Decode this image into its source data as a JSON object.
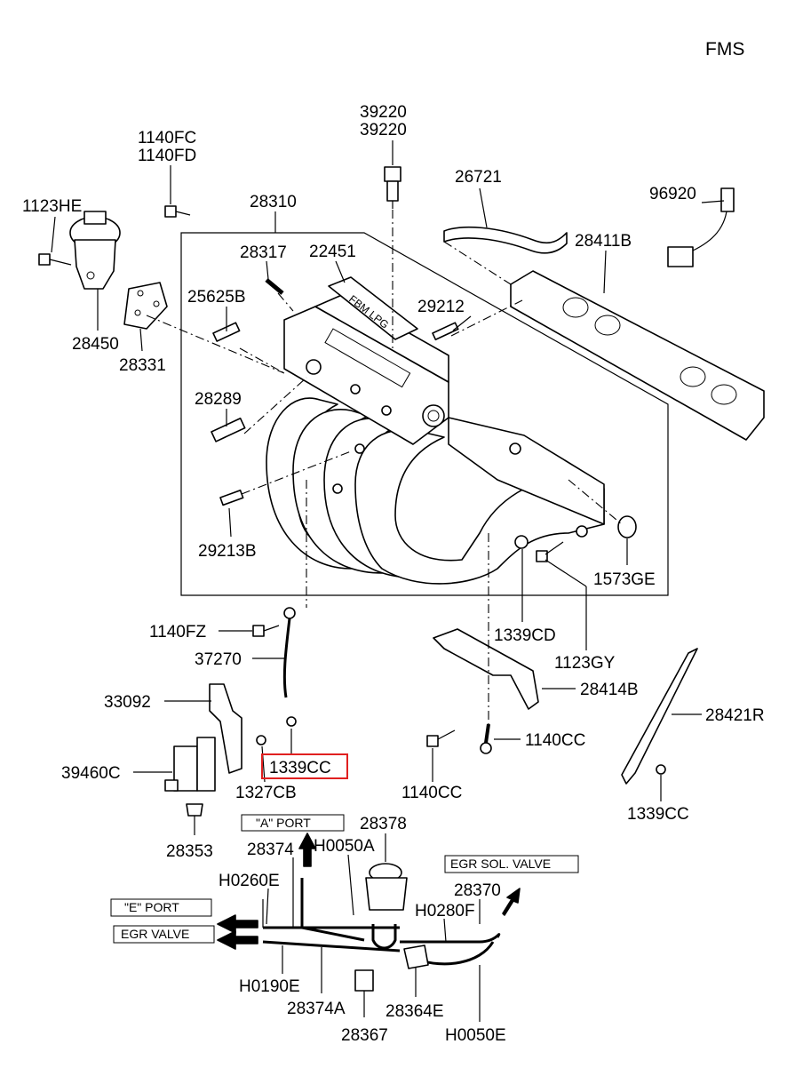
{
  "header": {
    "code": "FMS"
  },
  "highlight_color": "#e02020",
  "labels": {
    "p39220a": "39220",
    "p39220b": "39220",
    "p1140fc": "1140FC",
    "p1140fd": "1140FD",
    "p26721": "26721",
    "p96920": "96920",
    "p1123he": "1123HE",
    "p28310": "28310",
    "p28317": "28317",
    "p22451": "22451",
    "p28411b": "28411B",
    "p28450": "28450",
    "p25625b": "25625B",
    "p29212": "29212",
    "p28331": "28331",
    "p28289": "28289",
    "p29213b": "29213B",
    "p1573ge": "1573GE",
    "p1140fz": "1140FZ",
    "p1339cd": "1339CD",
    "p37270": "37270",
    "p1123gy": "1123GY",
    "p33092": "33092",
    "p28414b": "28414B",
    "p28421r": "28421R",
    "p1140cc_a": "1140CC",
    "p39460c": "39460C",
    "p1339cc_hl": "1339CC",
    "p1327cb": "1327CB",
    "p1140cc_b": "1140CC",
    "p1339cc_b": "1339CC",
    "p28353": "28353",
    "p28378": "28378",
    "p28374": "28374",
    "p h0050a": "H0050A",
    "p28370": "28370",
    "ph0260e": "H0260E",
    "ph0280f": "H0280F",
    "ph0190e": "H0190E",
    "p28374a": "28374A",
    "p28364e": "28364E",
    "p28367": "28367",
    "ph0050e": "H0050E"
  },
  "port_boxes": {
    "a_port": "\"A\" PORT",
    "egr_sol_valve": "EGR SOL. VALVE",
    "e_port": "\"E\" PORT",
    "egr_valve": "EGR VALVE"
  },
  "stamp_text": "FBM LPG"
}
